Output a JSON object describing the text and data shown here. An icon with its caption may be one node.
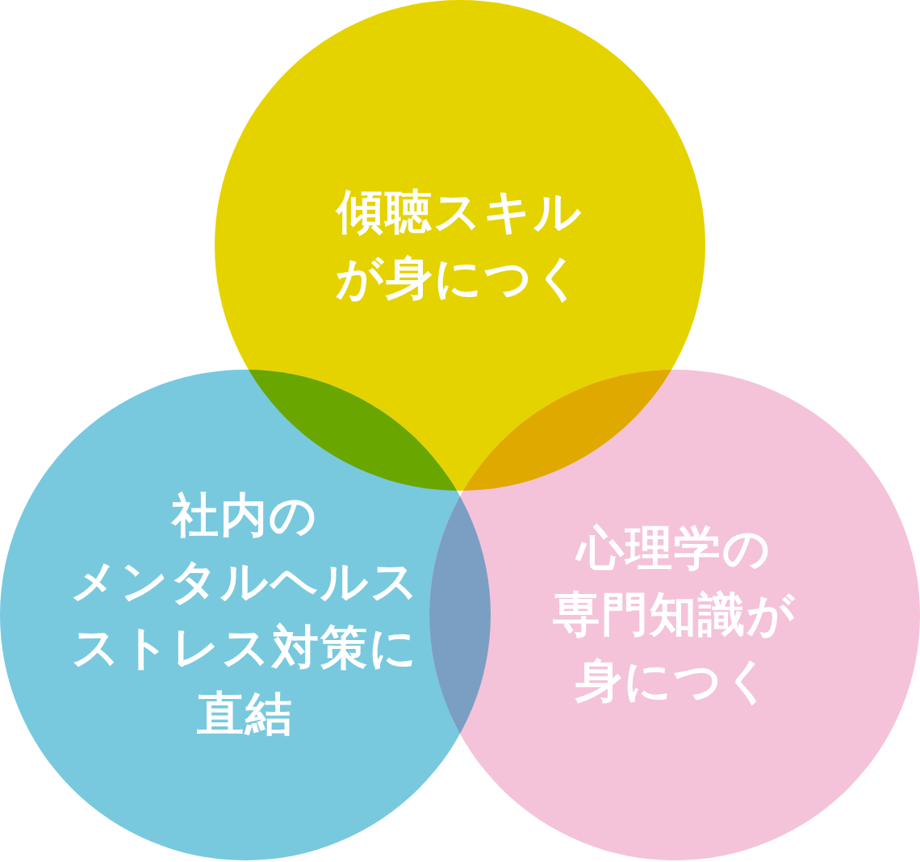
{
  "diagram": {
    "nodes": [
      {
        "text": [
          "傾聴スキルが身につく"
        ]
      },
      {
        "text": [
          "社内のメンタルヘルスストレス対策に直結"
        ]
      },
      {
        "text": [
          "心理学の専門知識が身につく"
        ]
      }
    ]
  }
}
